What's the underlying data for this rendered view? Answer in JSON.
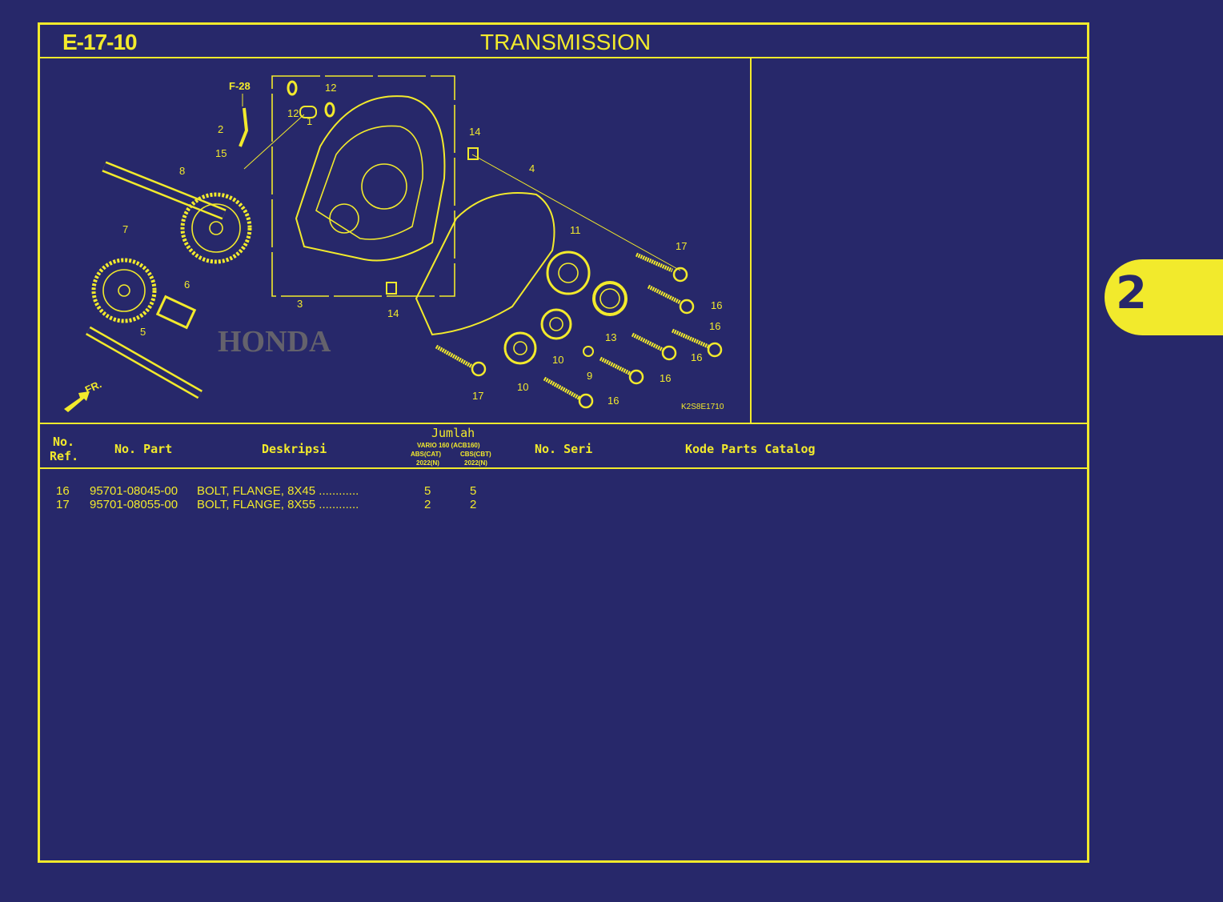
{
  "page": {
    "code": "E-17-10",
    "title": "TRANSMISSION",
    "section_tab": "2"
  },
  "colors": {
    "background": "#27286a",
    "foreground": "#f2ea2c"
  },
  "diagram": {
    "drawing_code": "K2S8E1710",
    "front_label": "FR.",
    "watermark": "HONDA",
    "callouts": [
      "F-28",
      "12",
      "12",
      "1",
      "2",
      "15",
      "14",
      "8",
      "4",
      "7",
      "11",
      "17",
      "6",
      "16",
      "3",
      "14",
      "16",
      "5",
      "13",
      "16",
      "10",
      "9",
      "16",
      "10",
      "17",
      "16"
    ]
  },
  "table": {
    "headers": {
      "ref_line1": "No.",
      "ref_line2": "Ref.",
      "part": "No. Part",
      "desc": "Deskripsi",
      "qty": "Jumlah",
      "model": "VARIO 160 (ACB160)",
      "col_a": "ABS(CAT)",
      "col_b": "CBS(CBT)",
      "year_a": "2022(N)",
      "year_b": "2022(N)",
      "serial": "No. Seri",
      "catalog": "Kode Parts Catalog"
    },
    "rows": [
      {
        "ref": "16",
        "part": "95701-08045-00",
        "desc": "BOLT, FLANGE, 8X45 ............",
        "qty_a": "5",
        "qty_b": "5"
      },
      {
        "ref": "17",
        "part": "95701-08055-00",
        "desc": "BOLT, FLANGE, 8X55 ............",
        "qty_a": "2",
        "qty_b": "2"
      }
    ]
  }
}
